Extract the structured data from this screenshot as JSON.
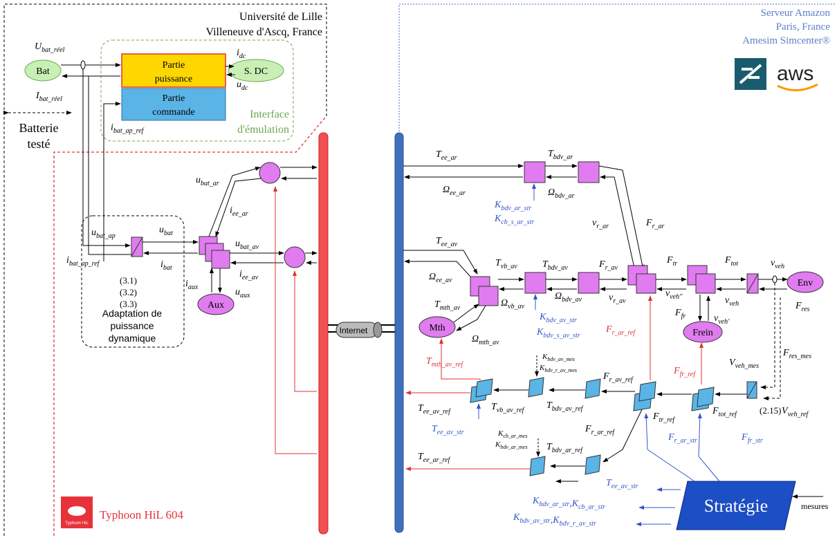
{
  "left_site": {
    "university": "Université de Lille",
    "location": "Villeneuve d'Ascq, France",
    "battery_label": "Bat",
    "battery_caption_1": "Batterie",
    "battery_caption_2": "testé",
    "dc_source": "S. DC",
    "power_part_1": "Partie",
    "power_part_2": "puissance",
    "control_part_1": "Partie",
    "control_part_2": "commande",
    "interface_1": "Interface",
    "interface_2": "d'émulation",
    "typhoon": "Typhoon HiL 604",
    "logo_text": "Typhoon HiL",
    "adapt_1": "Adaptation de",
    "adapt_2": "puissance",
    "adapt_3": "dynamique",
    "eq1": "(3.1)",
    "eq2": "(3.2)",
    "eq3": "(3.3)",
    "aux": "Aux"
  },
  "right_site": {
    "server_1": "Serveur Amazon",
    "server_2": "Paris, France",
    "server_3": "Amesim Simcenter®",
    "aws": "aws",
    "internet": "Internet",
    "env": "Env",
    "mth": "Mth",
    "frein": "Frein",
    "strategy": "Stratégie",
    "mesures": "mesures",
    "eq215": "(2.15)"
  },
  "colors": {
    "typhoon_red": "#e8323a",
    "amazon_blue": "#3f6fbf",
    "violet": "#e07cf0",
    "cyan": "#5ab4e6",
    "green_node": "#c8f0b4",
    "yellow": "#ffd700",
    "blue_text": "#3355cc",
    "red_text": "#e03030",
    "green_text": "#6aa84f",
    "strategy": "#1c4ec4"
  }
}
